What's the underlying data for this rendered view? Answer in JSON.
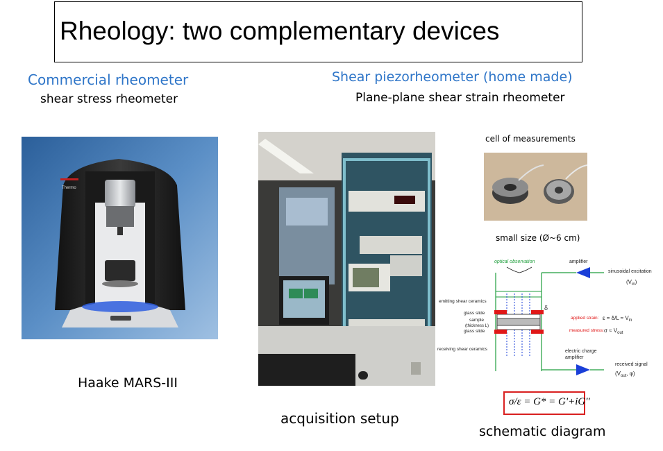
{
  "slide": {
    "title": "Rheology: two complementary devices",
    "left_heading": "Commercial  rheometer",
    "left_subheading": "shear stress rheometer",
    "right_heading": "Shear piezorheometer (home made)",
    "right_subheading": "Plane-plane  shear strain rheometer",
    "caption_haake": "Haake MARS-III",
    "caption_acquisition": "acquisition setup",
    "caption_cell": "cell of measurements",
    "caption_size": "small size (Ø~6 cm)",
    "caption_schematic": "schematic diagram",
    "brand_label": "Thermo"
  },
  "schematic": {
    "optical": "optical observation",
    "amplifier": "amplifier",
    "sinusoidal": "sinusoidal excitation",
    "vin": "(V",
    "vin_sub": "in",
    "vin_close": ")",
    "emitting": "emitting shear ceramics",
    "glass1": "glass slide",
    "sample1": "sample",
    "sample2": "(thickness L)",
    "glass2": "glass slide",
    "receiving": "receiving shear ceramics",
    "applied": "applied strain:",
    "measured": "measured stress:",
    "applied_eq": "ε = δ/L ≈ V",
    "applied_sub": "in",
    "measured_eq": "σ ≈ V",
    "measured_sub": "out",
    "delta": "δ",
    "electric1": "electric charge",
    "electric2": "amplifier",
    "received": "received signal",
    "vout": "(V",
    "vout_sub": "out",
    "vout_rest": ", φ)",
    "formula": "σ/ε = G* = G'+iG''"
  },
  "colors": {
    "blue_heading": "#2e75c8",
    "schematic_green": "#1f9e3c",
    "schematic_red": "#e01818",
    "arrow_blue": "#1a3fd8"
  }
}
